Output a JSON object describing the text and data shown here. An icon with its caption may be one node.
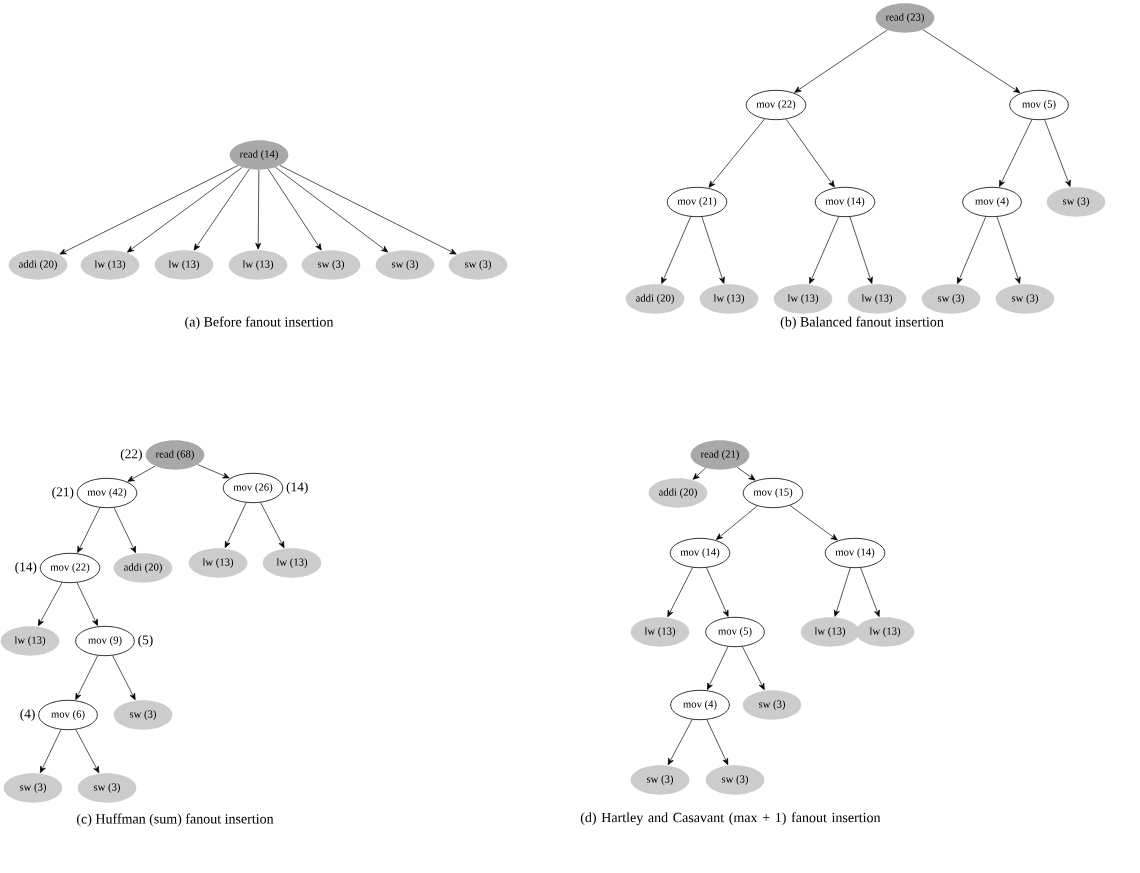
{
  "diagram": {
    "nodes": [
      {
        "text": [
          "read (14)"
        ]
      },
      {
        "text": [
          "addi (20)"
        ]
      },
      {
        "text": [
          "lw (13)"
        ]
      },
      {
        "text": [
          "lw (13)"
        ]
      },
      {
        "text": [
          "lw (13)"
        ]
      },
      {
        "text": [
          "sw (3)"
        ]
      },
      {
        "text": [
          "sw (3)"
        ]
      },
      {
        "text": [
          "sw (3)"
        ]
      },
      {
        "text": [
          "read (23)"
        ]
      },
      {
        "text": [
          "mov (22)"
        ]
      },
      {
        "text": [
          "mov (5)"
        ]
      },
      {
        "text": [
          "mov (21)"
        ]
      },
      {
        "text": [
          "mov (14)"
        ]
      },
      {
        "text": [
          "mov (4)"
        ]
      },
      {
        "text": [
          "sw (3)"
        ]
      },
      {
        "text": [
          "addi (20)"
        ]
      },
      {
        "text": [
          "lw (13)"
        ]
      },
      {
        "text": [
          "lw (13)"
        ]
      },
      {
        "text": [
          "lw (13)"
        ]
      },
      {
        "text": [
          "sw (3)"
        ]
      },
      {
        "text": [
          "sw (3)"
        ]
      },
      {
        "text": [
          "read (68)"
        ],
        "beside": [
          "(22)"
        ]
      },
      {
        "text": [
          "mov (42)"
        ],
        "beside": [
          "(21)"
        ]
      },
      {
        "text": [
          "mov (26)"
        ],
        "beside": [
          "(14)"
        ]
      },
      {
        "text": [
          "mov (22)"
        ],
        "beside": [
          "(14)"
        ]
      },
      {
        "text": [
          "addi (20)"
        ]
      },
      {
        "text": [
          "lw (13)"
        ]
      },
      {
        "text": [
          "lw (13)"
        ]
      },
      {
        "text": [
          "lw (13)"
        ]
      },
      {
        "text": [
          "mov (9)"
        ],
        "beside": [
          "(5)"
        ]
      },
      {
        "text": [
          "mov (6)"
        ],
        "beside": [
          "(4)"
        ]
      },
      {
        "text": [
          "sw (3)"
        ]
      },
      {
        "text": [
          "sw (3)"
        ]
      },
      {
        "text": [
          "sw (3)"
        ]
      },
      {
        "text": [
          "read (21)"
        ]
      },
      {
        "text": [
          "addi (20)"
        ]
      },
      {
        "text": [
          "mov (15)"
        ]
      },
      {
        "text": [
          "mov (14)"
        ]
      },
      {
        "text": [
          "mov (14)"
        ]
      },
      {
        "text": [
          "lw (13)"
        ]
      },
      {
        "text": [
          "mov (5)"
        ]
      },
      {
        "text": [
          "lw (13)"
        ]
      },
      {
        "text": [
          "lw (13)"
        ]
      },
      {
        "text": [
          "mov (4)"
        ]
      },
      {
        "text": [
          "sw (3)"
        ]
      },
      {
        "text": [
          "sw (3)"
        ]
      },
      {
        "text": [
          "sw (3)"
        ]
      }
    ],
    "edges": [
      {
        "from": 0,
        "to": 1,
        "arrow": "to"
      },
      {
        "from": 0,
        "to": 2,
        "arrow": "to"
      },
      {
        "from": 0,
        "to": 3,
        "arrow": "to"
      },
      {
        "from": 0,
        "to": 4,
        "arrow": "to"
      },
      {
        "from": 0,
        "to": 5,
        "arrow": "to"
      },
      {
        "from": 0,
        "to": 6,
        "arrow": "to"
      },
      {
        "from": 0,
        "to": 7,
        "arrow": "to"
      },
      {
        "from": 8,
        "to": 9,
        "arrow": "to"
      },
      {
        "from": 8,
        "to": 10,
        "arrow": "to"
      },
      {
        "from": 9,
        "to": 11,
        "arrow": "to"
      },
      {
        "from": 9,
        "to": 12,
        "arrow": "to"
      },
      {
        "from": 10,
        "to": 13,
        "arrow": "to"
      },
      {
        "from": 10,
        "to": 14,
        "arrow": "to"
      },
      {
        "from": 11,
        "to": 15,
        "arrow": "to"
      },
      {
        "from": 11,
        "to": 16,
        "arrow": "to"
      },
      {
        "from": 12,
        "to": 17,
        "arrow": "to"
      },
      {
        "from": 12,
        "to": 18,
        "arrow": "to"
      },
      {
        "from": 13,
        "to": 19,
        "arrow": "to"
      },
      {
        "from": 13,
        "to": 20,
        "arrow": "to"
      },
      {
        "from": 21,
        "to": 22,
        "arrow": "to"
      },
      {
        "from": 21,
        "to": 23,
        "arrow": "to"
      },
      {
        "from": 22,
        "to": 24,
        "arrow": "to"
      },
      {
        "from": 22,
        "to": 25,
        "arrow": "to"
      },
      {
        "from": 23,
        "to": 26,
        "arrow": "to"
      },
      {
        "from": 23,
        "to": 27,
        "arrow": "to"
      },
      {
        "from": 24,
        "to": 28,
        "arrow": "to"
      },
      {
        "from": 24,
        "to": 29,
        "arrow": "to"
      },
      {
        "from": 29,
        "to": 30,
        "arrow": "to"
      },
      {
        "from": 29,
        "to": 31,
        "arrow": "to"
      },
      {
        "from": 30,
        "to": 32,
        "arrow": "to"
      },
      {
        "from": 30,
        "to": 33,
        "arrow": "to"
      },
      {
        "from": 34,
        "to": 35,
        "arrow": "to"
      },
      {
        "from": 34,
        "to": 36,
        "arrow": "to"
      },
      {
        "from": 36,
        "to": 37,
        "arrow": "to"
      },
      {
        "from": 36,
        "to": 38,
        "arrow": "to"
      },
      {
        "from": 37,
        "to": 39,
        "arrow": "to"
      },
      {
        "from": 37,
        "to": 40,
        "arrow": "to"
      },
      {
        "from": 38,
        "to": 41,
        "arrow": "to"
      },
      {
        "from": 38,
        "to": 42,
        "arrow": "to"
      },
      {
        "from": 40,
        "to": 43,
        "arrow": "to"
      },
      {
        "from": 40,
        "to": 44,
        "arrow": "to"
      },
      {
        "from": 43,
        "to": 45,
        "arrow": "to"
      },
      {
        "from": 43,
        "to": 46,
        "arrow": "to"
      }
    ],
    "labels": [
      "(a) Before fanout insertion",
      "(b) Balanced fanout insertion",
      "(c) Huffman (sum) fanout insertion",
      "(d) Hartley and Casavant (max + 1) fanout insertion"
    ]
  }
}
